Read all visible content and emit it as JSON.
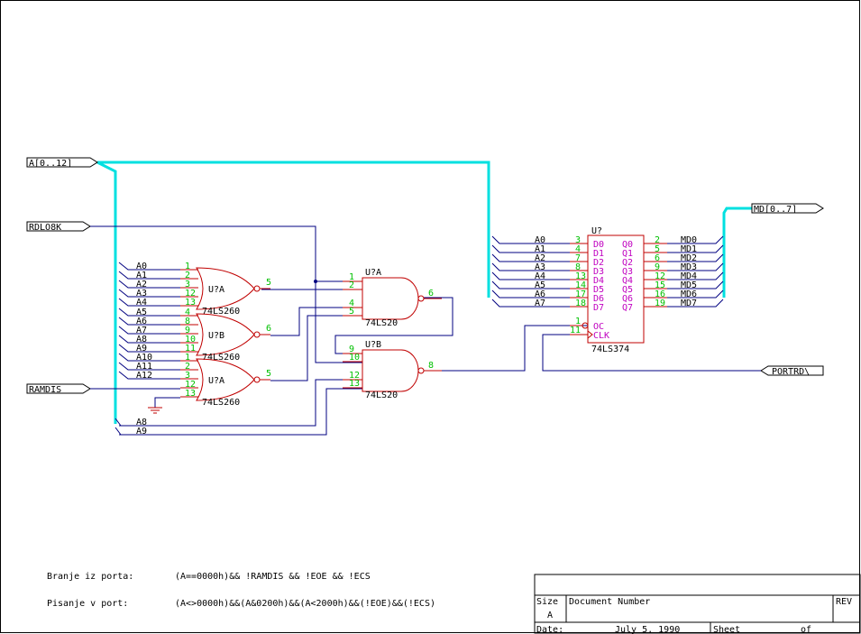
{
  "ports": {
    "a_bus": "A[0..12]",
    "rdlo8k": "RDLO8K",
    "ramdis": "RAMDIS",
    "md_bus": "MD[0..7]",
    "portrd": "PORTRD\\"
  },
  "or_gates": [
    {
      "ref": "U?A",
      "part": "74LS260",
      "inputs": [
        {
          "net": "A0",
          "pin": "1"
        },
        {
          "net": "A1",
          "pin": "2"
        },
        {
          "net": "A2",
          "pin": "3"
        },
        {
          "net": "A3",
          "pin": "12"
        },
        {
          "net": "A4",
          "pin": "13"
        }
      ],
      "out_pin": "5"
    },
    {
      "ref": "U?B",
      "part": "74LS260",
      "inputs": [
        {
          "net": "A5",
          "pin": "4"
        },
        {
          "net": "A6",
          "pin": "8"
        },
        {
          "net": "A7",
          "pin": "9"
        },
        {
          "net": "A8",
          "pin": "10"
        },
        {
          "net": "A9",
          "pin": "11"
        }
      ],
      "out_pin": "6"
    },
    {
      "ref": "U?A",
      "part": "74LS260",
      "inputs": [
        {
          "net": "A10",
          "pin": "1"
        },
        {
          "net": "A11",
          "pin": "2"
        },
        {
          "net": "A12",
          "pin": "3"
        },
        {
          "net": "",
          "pin": "12"
        },
        {
          "net": "",
          "pin": "13"
        }
      ],
      "out_pin": "5"
    }
  ],
  "nand_gates": [
    {
      "ref": "U?A",
      "part": "74LS20",
      "pins": [
        "1",
        "2",
        "4",
        "5"
      ],
      "out_pin": "6"
    },
    {
      "ref": "U?B",
      "part": "74LS20",
      "pins": [
        "9",
        "10",
        "12",
        "13"
      ],
      "out_pin": "8"
    }
  ],
  "extra_nets": [
    "A8",
    "A9"
  ],
  "latch": {
    "ref": "U?",
    "part": "74LS374",
    "d_nets": [
      "A0",
      "A1",
      "A2",
      "A3",
      "A4",
      "A5",
      "A6",
      "A7"
    ],
    "d_pins": [
      "3",
      "4",
      "7",
      "8",
      "13",
      "14",
      "17",
      "18"
    ],
    "d_labels": [
      "D0",
      "D1",
      "D2",
      "D3",
      "D4",
      "D5",
      "D6",
      "D7"
    ],
    "q_labels": [
      "Q0",
      "Q1",
      "Q2",
      "Q3",
      "Q4",
      "Q5",
      "Q6",
      "Q7"
    ],
    "q_pins": [
      "2",
      "5",
      "6",
      "9",
      "12",
      "15",
      "16",
      "19"
    ],
    "q_nets": [
      "MD0",
      "MD1",
      "MD2",
      "MD3",
      "MD4",
      "MD5",
      "MD6",
      "MD7"
    ],
    "oc_label": "OC",
    "oc_pin": "1",
    "clk_label": "CLK",
    "clk_pin": "11"
  },
  "notes": {
    "read_label": "Branje iz porta:",
    "read_expr": "(A==0000h)&& !RAMDIS && !EOE && !ECS",
    "write_label": "Pisanje v port:",
    "write_expr": "(A<>0000h)&&(A&0200h)&&(A<2000h)&&(!EOE)&&(!ECS)"
  },
  "title_block": {
    "size_label": "Size",
    "size_value": "A",
    "doc_label": "Document Number",
    "rev_label": "REV",
    "date_label": "Date:",
    "date_value": "July  5, 1990",
    "sheet_label": "Sheet",
    "of_label": "of"
  },
  "colors": {
    "bus": "#00e0e0",
    "wire": "#000080",
    "gate": "#c00000",
    "pin_number": "#00c000",
    "latch_pin_name": "#c000c0"
  }
}
